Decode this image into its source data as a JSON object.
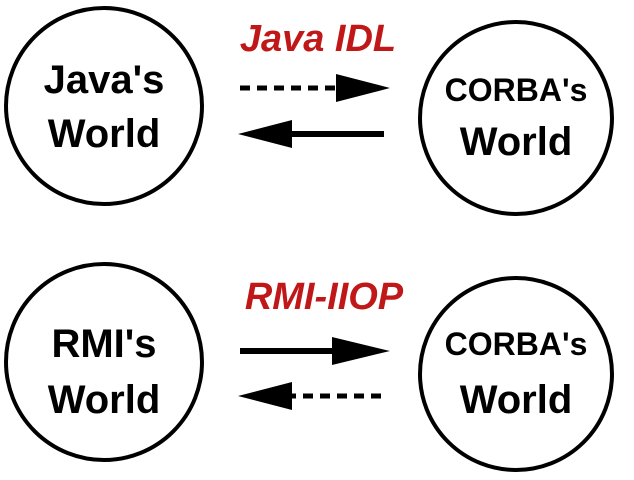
{
  "colors": {
    "title": "#c01818",
    "stroke": "#000000",
    "background": "#ffffff"
  },
  "top": {
    "title": "Java IDL",
    "left_node": {
      "line1": "Java's",
      "line2": "World"
    },
    "right_node": {
      "line1": "CORBA's",
      "line2": "World"
    },
    "arrow_right_style": "dashed",
    "arrow_left_style": "solid"
  },
  "bottom": {
    "title": "RMI-IIOP",
    "left_node": {
      "line1": "RMI's",
      "line2": "World"
    },
    "right_node": {
      "line1": "CORBA's",
      "line2": "World"
    },
    "arrow_right_style": "solid",
    "arrow_left_style": "dashed"
  }
}
